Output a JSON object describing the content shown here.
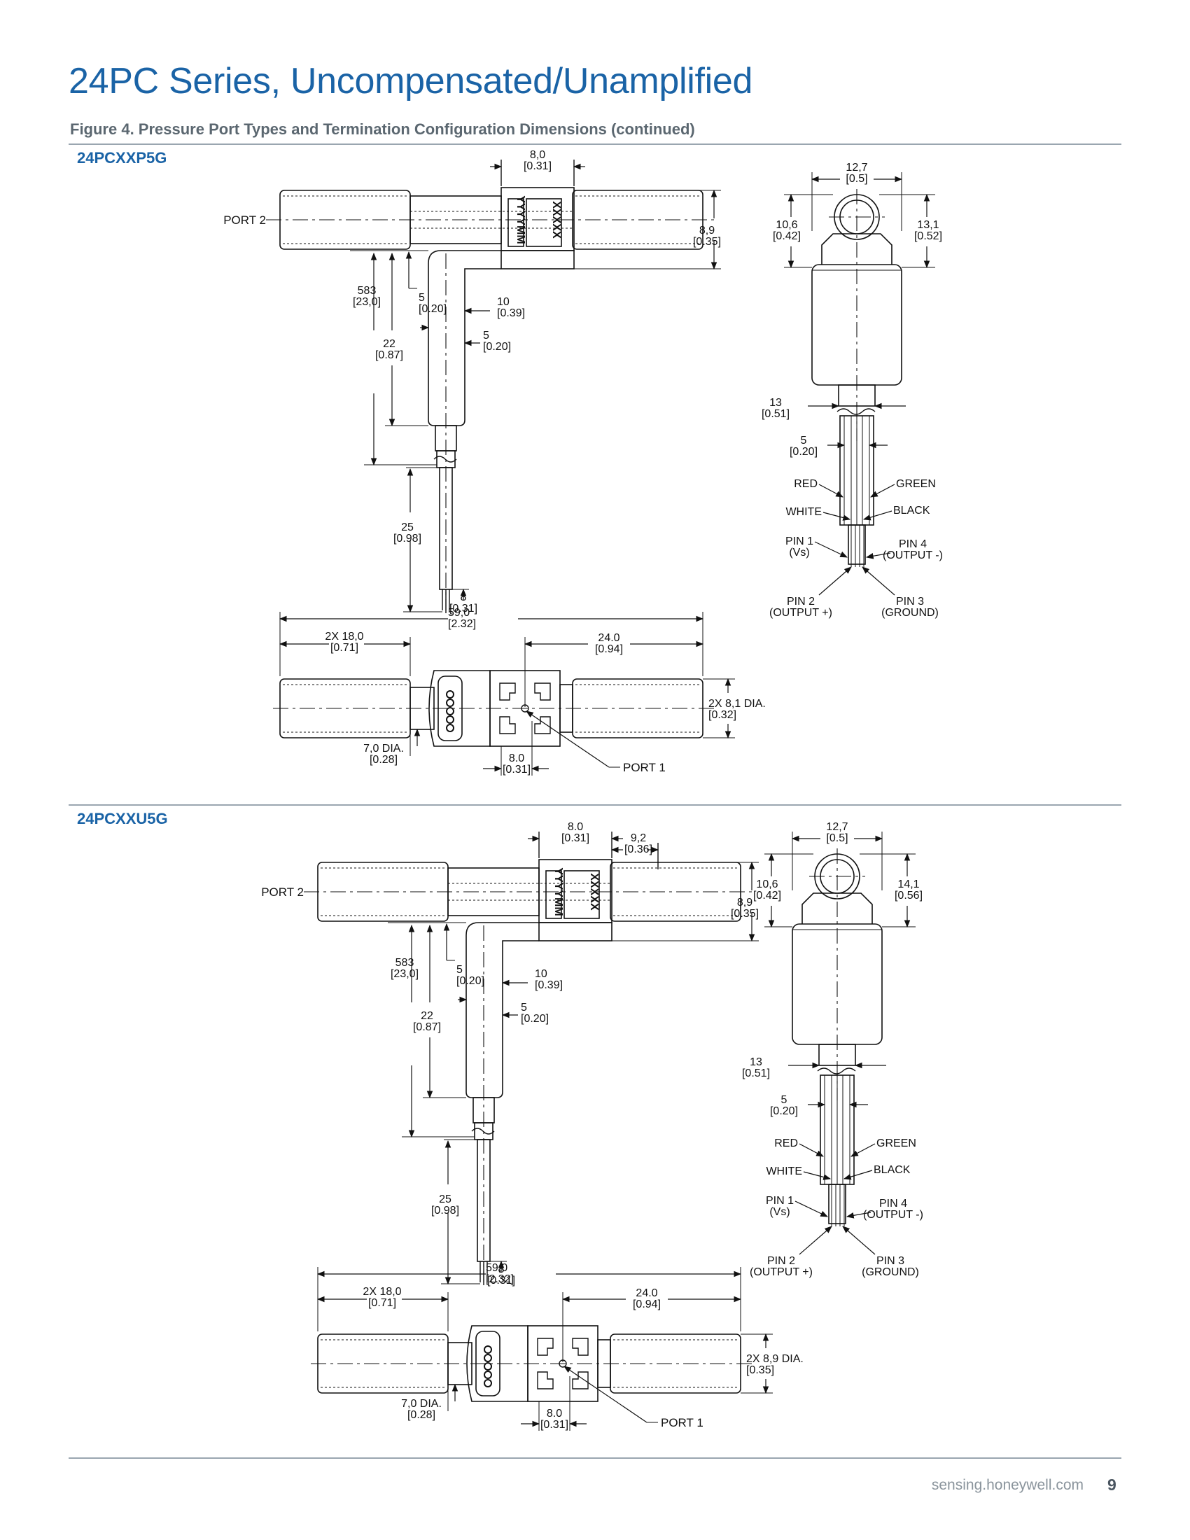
{
  "header": {
    "title": "24PC Series, Uncompensated/Unamplified",
    "figure_caption": "Figure 4. Pressure Port Types and Termination Configuration Dimensions (continued)"
  },
  "sections": [
    {
      "part": "24PCXXP5G",
      "side": {
        "port_label": "PORT 2",
        "dim_top": [
          "8,0",
          "[0.31]"
        ],
        "dim_right": [
          "8,9",
          "[0.35]"
        ],
        "dim_583": [
          "583",
          "[23,0]"
        ],
        "dim_5a": [
          "5",
          "[0.20]"
        ],
        "dim_10": [
          "10",
          "[0.39]"
        ],
        "dim_22": [
          "22",
          "[0.87]"
        ],
        "dim_5b": [
          "5",
          "[0.20]"
        ],
        "dim_25": [
          "25",
          "[0.98]"
        ],
        "dim_8": [
          "8",
          "[0.31]"
        ],
        "marking_a": "YYYYMM",
        "marking_b": "XXXXX"
      },
      "end": {
        "dim_width": [
          "12,7",
          "[0.5]"
        ],
        "dim_left": [
          "10,6",
          "[0.42]"
        ],
        "dim_right": [
          "13,1",
          "[0.52]"
        ],
        "dim_13": [
          "13",
          "[0.51]"
        ],
        "dim_5": [
          "5",
          "[0.20]"
        ],
        "red": "RED",
        "green": "GREEN",
        "white": "WHITE",
        "black": "BLACK",
        "pin1": [
          "PIN 1",
          "(Vs)"
        ],
        "pin4": [
          "PIN 4",
          "(OUTPUT -)"
        ],
        "pin2": [
          "PIN 2",
          "(OUTPUT +)"
        ],
        "pin3": [
          "PIN 3",
          "(GROUND)"
        ]
      },
      "bottom": {
        "dim_total": [
          "59,0",
          "[2.32]"
        ],
        "dim_18": [
          "2X 18,0",
          "[0.71]"
        ],
        "dim_24": [
          "24.0",
          "[0.94]"
        ],
        "dim_dia": [
          "2X 8,1 DIA.",
          "[0.32]"
        ],
        "dim_7": [
          "7,0 DIA.",
          "[0.28]"
        ],
        "dim_8": [
          "8.0",
          "[0.31]"
        ],
        "port_label": "PORT 1"
      }
    },
    {
      "part": "24PCXXU5G",
      "side": {
        "port_label": "PORT 2",
        "dim_top": [
          "8.0",
          "[0.31]"
        ],
        "dim_top2": [
          "9,2",
          "[0.36]"
        ],
        "dim_right": [
          "8,9",
          "[0.35]"
        ],
        "dim_583": [
          "583",
          "[23,0]"
        ],
        "dim_5a": [
          "5",
          "[0.20]"
        ],
        "dim_10": [
          "10",
          "[0.39]"
        ],
        "dim_22": [
          "22",
          "[0.87]"
        ],
        "dim_5b": [
          "5",
          "[0.20]"
        ],
        "dim_25": [
          "25",
          "[0.98]"
        ],
        "dim_8": [
          "8",
          "[0.31]"
        ],
        "marking_a": "YYYYMM",
        "marking_b": "XXXXX"
      },
      "end": {
        "dim_width": [
          "12,7",
          "[0.5]"
        ],
        "dim_left": [
          "10,6",
          "[0.42]"
        ],
        "dim_right": [
          "14,1",
          "[0.56]"
        ],
        "dim_13": [
          "13",
          "[0.51]"
        ],
        "dim_5": [
          "5",
          "[0.20]"
        ],
        "red": "RED",
        "green": "GREEN",
        "white": "WHITE",
        "black": "BLACK",
        "pin1": [
          "PIN 1",
          "(Vs)"
        ],
        "pin4": [
          "PIN 4",
          "(OUTPUT -)"
        ],
        "pin2": [
          "PIN 2",
          "(OUTPUT +)"
        ],
        "pin3": [
          "PIN 3",
          "(GROUND)"
        ]
      },
      "bottom": {
        "dim_total": [
          "59,0",
          "[2.32]"
        ],
        "dim_18": [
          "2X 18,0",
          "[0.71]"
        ],
        "dim_24": [
          "24.0",
          "[0.94]"
        ],
        "dim_dia": [
          "2X 8,9 DIA.",
          "[0.35]"
        ],
        "dim_7": [
          "7,0 DIA.",
          "[0.28]"
        ],
        "dim_8": [
          "8.0",
          "[0.31]"
        ],
        "port_label": "PORT 1"
      }
    }
  ],
  "footer": {
    "url": "sensing.honeywell.com",
    "page_number": "9"
  }
}
